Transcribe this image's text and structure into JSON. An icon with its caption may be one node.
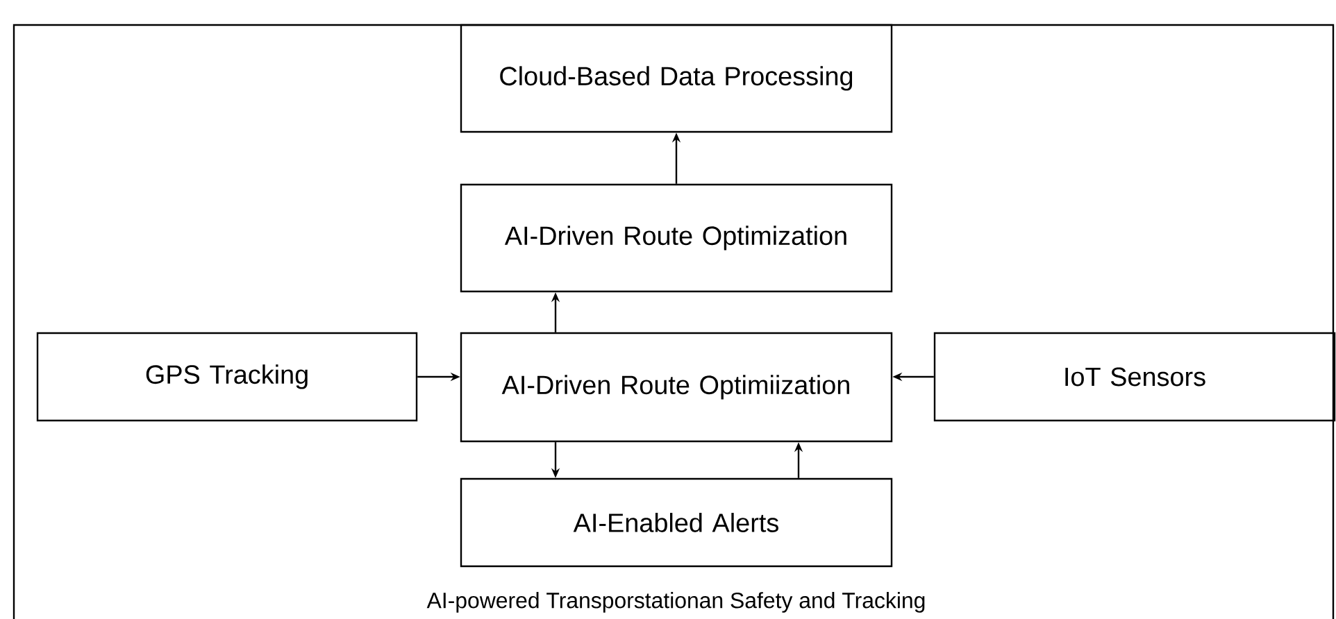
{
  "diagram": {
    "caption": "AI-powered Transporstationan Safety and Tracking",
    "nodes": [
      {
        "text": [
          "Cloud-Based Data Processing"
        ]
      },
      {
        "text": [
          "AI-Driven Route Optimization"
        ]
      },
      {
        "text": [
          "GPS Tracking"
        ]
      },
      {
        "text": [
          "AI-Driven Route Optimiization"
        ]
      },
      {
        "text": [
          "IoT Sensors"
        ]
      },
      {
        "text": [
          "AI-Enabled Alerts"
        ]
      }
    ],
    "edges": [
      {
        "from": 1,
        "to": 0,
        "arrow": "to"
      },
      {
        "from": 3,
        "to": 1,
        "arrow": "to"
      },
      {
        "from": 2,
        "to": 3,
        "arrow": "to"
      },
      {
        "from": 4,
        "to": 3,
        "arrow": "to"
      },
      {
        "from": 3,
        "to": 5,
        "arrow": "to"
      },
      {
        "from": 5,
        "to": 3,
        "arrow": "to"
      }
    ]
  }
}
